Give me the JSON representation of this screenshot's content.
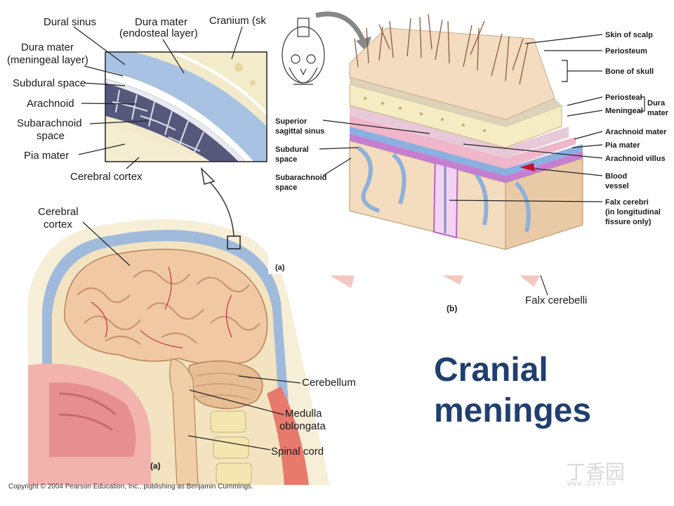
{
  "inset_labels": {
    "dural_sinus": "Dural sinus",
    "dura_endosteal_1": "Dura mater",
    "dura_endosteal_2": "(endosteal layer)",
    "cranium": "Cranium (sk",
    "dura_meningeal_1": "Dura mater",
    "dura_meningeal_2": "(meningeal  layer)",
    "subdural": "Subdural space",
    "arachnoid": "Arachnoid",
    "subarachnoid_1": "Subarachnoid",
    "subarachnoid_2": "space",
    "pia": "Pia mater",
    "cerebral_cortex": "Cerebral cortex"
  },
  "sagittal_labels": {
    "cerebral_cortex_1": "Cerebral",
    "cerebral_cortex_2": "cortex",
    "cerebellum": "Cerebellum",
    "medulla_1": "Medulla",
    "medulla_2": "oblongata",
    "spinal_cord": "Spinal cord",
    "panel": "(a)"
  },
  "block_labels": {
    "skin": "Skin of scalp",
    "periosteum": "Periosteum",
    "bone": "Bone of skull",
    "periosteal": "Periosteal",
    "meningeal": "Meningeal",
    "dura_1": "Dura",
    "dura_2": "mater",
    "arachnoid_mater": "Arachnoid mater",
    "pia_mater": "Pia mater",
    "arachnoid_villus": "Arachnoid villus",
    "blood_1": "Blood",
    "blood_2": "vessel",
    "falx_1": "Falx cerebri",
    "falx_2": "(in longitudinal",
    "falx_3": "fissure only)",
    "sup_sinus_1": "Superior",
    "sup_sinus_2": "sagittal sinus",
    "subdural_1": "Subdural",
    "subdural_2": "space",
    "subarach_1": "Subarachnoid",
    "subarach_2": "space",
    "panel_a": "(a)",
    "panel_b": "(b)",
    "falx_cerebelli": "Falx cerebelli"
  },
  "title": {
    "line1": "Cranial",
    "line2": "meninges"
  },
  "copyright": "Copyright © 2004 Pearson Education, Inc., publishing as Benjamin Cummings.",
  "watermark": "丁香园",
  "watermark_url": "WWW.DXY.CN",
  "colors": {
    "title": "#1f3f6e",
    "brain": "#f0c9a4",
    "dura": "#9fbadb",
    "bone": "#f5ecc4",
    "pia": "#c57fd1",
    "vessel": "#c8102e"
  }
}
